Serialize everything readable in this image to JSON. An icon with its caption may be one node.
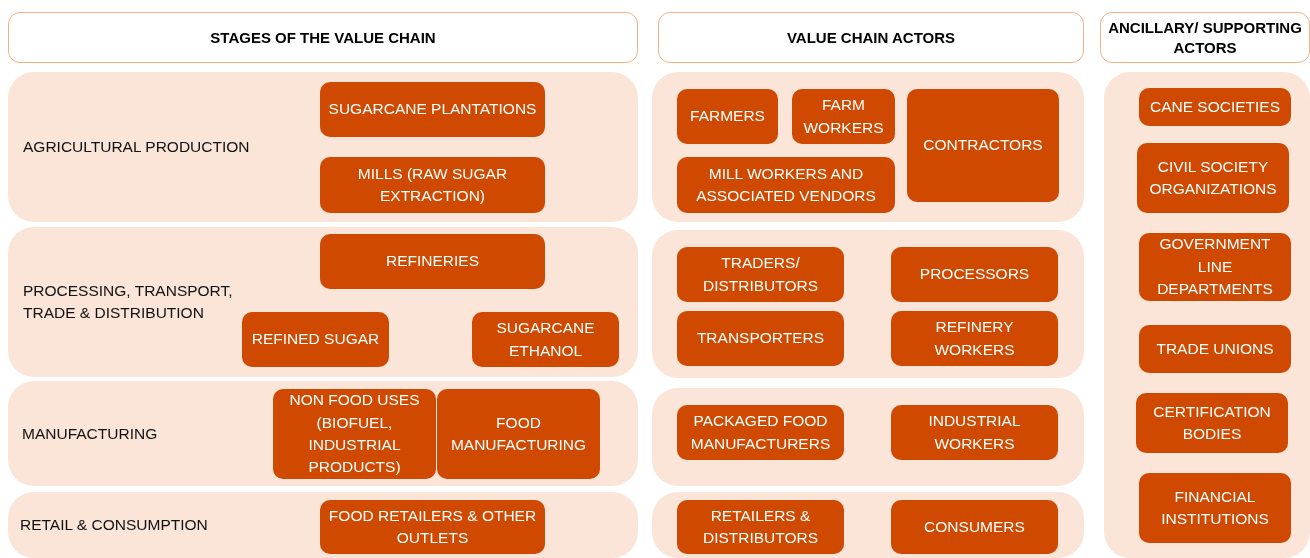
{
  "diagram": {
    "nodes": [
      {
        "text": [
          "STAGES OF THE VALUE CHAIN"
        ]
      },
      {
        "text": [
          "VALUE CHAIN ACTORS"
        ]
      },
      {
        "text": [
          "ANCILLARY/ SUPPORTING ACTORS"
        ]
      },
      {
        "text": [
          "AGRICULTURAL PRODUCTION"
        ]
      },
      {
        "text": [
          "SUGARCANE PLANTATIONS"
        ],
        "in": 3
      },
      {
        "text": [
          "MILLS (RAW SUGAR EXTRACTION)"
        ],
        "in": 3
      },
      {
        "text": [],
        "shape": "box"
      },
      {
        "text": [
          "FARMERS"
        ],
        "in": 6
      },
      {
        "text": [
          "FARM WORKERS"
        ],
        "in": 6
      },
      {
        "text": [
          "CONTRACTORS"
        ],
        "in": 6
      },
      {
        "text": [
          "MILL WORKERS AND ASSOCIATED VENDORS"
        ],
        "in": 6
      },
      {
        "text": [],
        "shape": "box"
      },
      {
        "text": [
          "CANE SOCIETIES"
        ],
        "in": 11
      },
      {
        "text": [
          "CIVIL SOCIETY ORGANIZATIONS"
        ],
        "in": 11
      },
      {
        "text": [
          "GOVERNMENT LINE DEPARTMENTS"
        ],
        "in": 11
      },
      {
        "text": [
          "TRADE UNIONS"
        ],
        "in": 11
      },
      {
        "text": [
          "CERTIFICATION BODIES"
        ],
        "in": 11
      },
      {
        "text": [
          "FINANCIAL INSTITUTIONS"
        ],
        "in": 11
      },
      {
        "text": [
          "PROCESSING, TRANSPORT, TRADE & DISTRIBUTION"
        ]
      },
      {
        "text": [
          "REFINERIES"
        ],
        "in": 18
      },
      {
        "text": [
          "REFINED SUGAR"
        ],
        "in": 18
      },
      {
        "text": [
          "SUGARCANE ETHANOL"
        ],
        "in": 18
      },
      {
        "text": [],
        "shape": "box"
      },
      {
        "text": [
          "TRADERS/ DISTRIBUTORS"
        ],
        "in": 22
      },
      {
        "text": [
          "PROCESSORS"
        ],
        "in": 22
      },
      {
        "text": [
          "TRANSPORTERS"
        ],
        "in": 22
      },
      {
        "text": [
          "REFINERY WORKERS"
        ],
        "in": 22
      },
      {
        "text": [
          "MANUFACTURING"
        ]
      },
      {
        "text": [
          "NON FOOD USES (BIOFUEL, INDUSTRIAL PRODUCTS)"
        ],
        "in": 27
      },
      {
        "text": [
          "FOOD MANUFACTURING"
        ],
        "in": 27
      },
      {
        "text": [],
        "shape": "box"
      },
      {
        "text": [
          "PACKAGED FOOD MANUFACTURERS"
        ],
        "in": 30
      },
      {
        "text": [
          "INDUSTRIAL WORKERS"
        ],
        "in": 30
      },
      {
        "text": [
          "RETAIL & CONSUMPTION"
        ]
      },
      {
        "text": [
          "FOOD RETAILERS & OTHER OUTLETS"
        ],
        "in": 33
      },
      {
        "text": [],
        "shape": "box"
      },
      {
        "text": [
          "RETAILERS & DISTRIBUTORS"
        ],
        "in": 35
      },
      {
        "text": [
          "CONSUMERS"
        ],
        "in": 35
      }
    ]
  }
}
